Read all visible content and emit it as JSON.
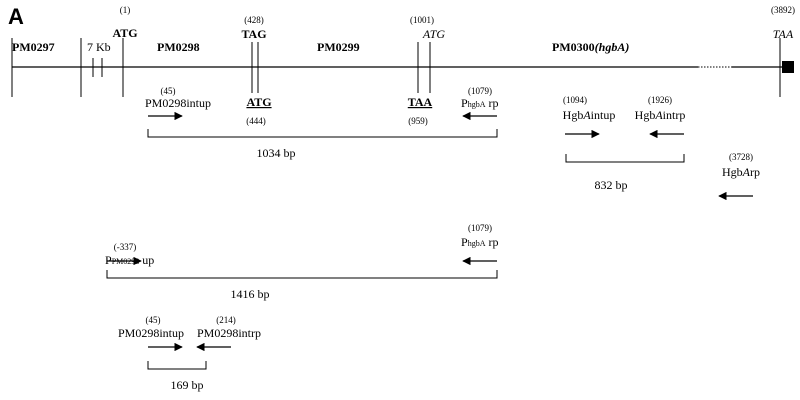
{
  "panel_label": "A",
  "genes": {
    "pm0297": "PM0297",
    "gap": "7 Kb",
    "pm0298": "PM0298",
    "pm0299": "PM0299",
    "pm0300_a": "PM0300",
    "pm0300_b": "(hgbA)"
  },
  "codons": {
    "atg1": {
      "pos": "(1)",
      "label": "ATG"
    },
    "tag428": {
      "pos": "(428)",
      "label": "TAG"
    },
    "atg444": {
      "pos": "(444)",
      "label": "ATG"
    },
    "atg1001": {
      "pos": "(1001)",
      "label": "ATG"
    },
    "taa959": {
      "pos": "(959)",
      "label": "TAA"
    },
    "taa3892": {
      "pos": "(3892)",
      "label": "TAA"
    }
  },
  "primers": {
    "p1": {
      "pos": "(45)",
      "label": "PM0298intup"
    },
    "p2": {
      "pos": "(1079)",
      "label_p": "P",
      "label_sub": "hgbA",
      "label_rest": " rp"
    },
    "p3": {
      "pos": "(1094)",
      "label_a": "Hgb",
      "label_b": "A",
      "label_c": "intup"
    },
    "p4": {
      "pos": "(1926)",
      "label_a": "Hgb",
      "label_b": "A",
      "label_c": "intrp"
    },
    "p5": {
      "pos": "(3728)",
      "label_a": "Hgb",
      "label_b": "A",
      "label_c": "rp"
    },
    "p6": {
      "pos": "(-337)",
      "label_p": "P",
      "label_sub": "PM0298",
      "label_rest": " up"
    },
    "p7": {
      "pos": "(1079)",
      "label_p": "P",
      "label_sub": "hgbA",
      "label_rest": " rp"
    },
    "p8": {
      "pos": "(45)",
      "label": "PM0298intup"
    },
    "p9": {
      "pos": "(214)",
      "label": "PM0298intrp"
    }
  },
  "products": {
    "prod1": "1034 bp",
    "prod2": "832 bp",
    "prod3": "1416 bp",
    "prod4": "169 bp"
  }
}
